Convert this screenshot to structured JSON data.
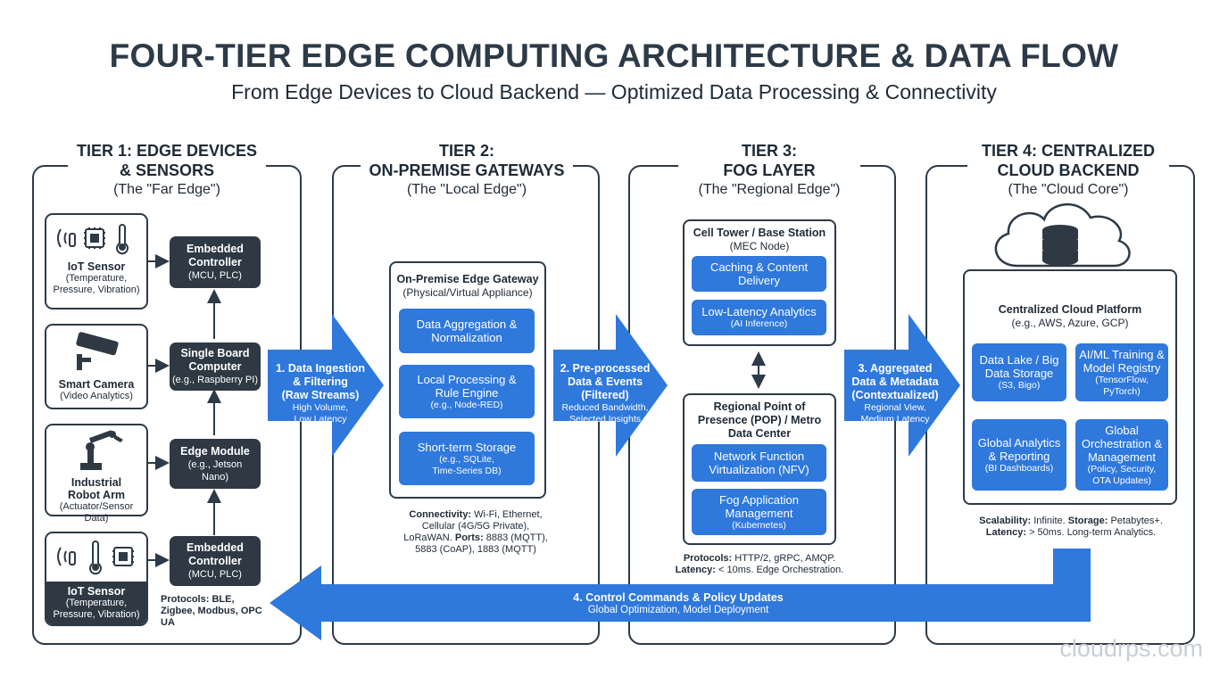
{
  "title": "FOUR-TIER EDGE COMPUTING ARCHITECTURE & DATA FLOW",
  "subtitle": "From Edge Devices to Cloud Backend — Optimized Data Processing & Connectivity",
  "tiers": [
    {
      "title": "TIER 1: EDGE DEVICES\n& SENSORS",
      "subtitle": "(The \"Far Edge\")"
    },
    {
      "title": "TIER 2:\nON-PREMISE GATEWAYS",
      "subtitle": "(The \"Local Edge\")"
    },
    {
      "title": "TIER 3:\nFOG LAYER",
      "subtitle": "(The \"Regional Edge\")"
    },
    {
      "title": "TIER 4: CENTRALIZED\nCLOUD BACKEND",
      "subtitle": "(The \"Cloud Core\")"
    }
  ],
  "tier1": {
    "devices": [
      {
        "name": "IoT Sensor",
        "desc1": "(Temperature,",
        "desc2": "Pressure, Vibration)"
      },
      {
        "name": "Smart Camera",
        "desc1": "(Video Analytics)",
        "desc2": ""
      },
      {
        "name": "Industrial",
        "name2": "Robot Arm",
        "desc1": "(Actuator/Sensor Data)",
        "desc2": ""
      },
      {
        "name": "IoT Sensor",
        "desc1": "(Temperature,",
        "desc2": "Pressure, Vibration)"
      }
    ],
    "controllers": [
      {
        "name": "Embedded",
        "name2": "Controller",
        "desc": "(MCU, PLC)"
      },
      {
        "name": "Single Board",
        "name2": "Computer",
        "desc": "(e.g., Raspberry PI)"
      },
      {
        "name": "Edge Module",
        "name2": "",
        "desc": "(e.g., Jetson",
        "desc2": "Nano)"
      },
      {
        "name": "Embedded",
        "name2": "Controller",
        "desc": "(MCU, PLC)"
      }
    ],
    "protocols": "Protocols: BLE, Zigbee, Modbus, OPC UA"
  },
  "flows": [
    {
      "name": "1. Data Ingestion",
      "name2": "& Filtering",
      "name3": "(Raw Streams)",
      "desc": "High Volume,",
      "desc2": "Low Latency"
    },
    {
      "name": "2. Pre-processed",
      "name2": "Data & Events",
      "name3": "(Filtered)",
      "desc": "Reduced Bandwidth,",
      "desc2": "Selected Insights"
    },
    {
      "name": "3. Aggregated",
      "name2": "Data & Metadata",
      "name3": "(Contextualized)",
      "desc": "Regional View,",
      "desc2": "Medium Latency"
    },
    {
      "name": "4. Control Commands & Policy Updates",
      "desc": "Global Optimization, Model Deployment"
    }
  ],
  "tier2": {
    "panel_title": "On-Premise Edge Gateway",
    "panel_sub": "(Physical/Virtual Appliance)",
    "boxes": [
      {
        "name": "Data Aggregation &",
        "name2": "Normalization",
        "desc": ""
      },
      {
        "name": "Local Processing &",
        "name2": "Rule Engine",
        "desc": "(e.g., Node-RED)"
      },
      {
        "name": "Short-term Storage",
        "name2": "",
        "desc": "(e.g., SQLite,",
        "desc2": "Time-Series DB)"
      }
    ],
    "conn_label": "Connectivity:",
    "conn_text": "Wi-Fi, Ethernet, Cellular (4G/5G Private), LoRaWAN.",
    "ports_label": "Ports:",
    "ports_text": "8883 (MQTT), 5883 (CoAP), 1883 (MQTT)"
  },
  "tier3": {
    "cell_title": "Cell Tower / Base Station",
    "cell_sub": "(MEC Node)",
    "cell_boxes": [
      {
        "name": "Caching & Content",
        "name2": "Delivery",
        "desc": ""
      },
      {
        "name": "Low-Latency Analytics",
        "name2": "",
        "desc": "(AI Inference)"
      }
    ],
    "pop_title": "Regional Point of",
    "pop_title2": "Presence (POP) / Metro",
    "pop_title3": "Data Center",
    "pop_boxes": [
      {
        "name": "Network Function",
        "name2": "Virtualization (NFV)",
        "desc": ""
      },
      {
        "name": "Fog Application",
        "name2": "Management",
        "desc": "(Kubernetes)"
      }
    ],
    "protocols_label": "Protocols:",
    "protocols_text": "HTTP/2, gRPC, AMQP.",
    "latency_label": "Latency:",
    "latency_text": "< 10ms. Edge Orchestration."
  },
  "tier4": {
    "panel_title": "Centralized Cloud Platform",
    "panel_sub": "(e.g., AWS, Azure, GCP)",
    "boxes": [
      {
        "name": "Data Lake / Big",
        "name2": "Data Storage",
        "desc": "(S3, Bigo)"
      },
      {
        "name": "AI/ML Training &",
        "name2": "Model Registry",
        "desc": "(TensorFlow,",
        "desc2": "PyTorch)"
      },
      {
        "name": "Global Analytics",
        "name2": "& Reporting",
        "desc": "(BI Dashboards)"
      },
      {
        "name": "Global",
        "name2": "Orchestration &",
        "name3": "Management",
        "desc": "(Policy, Security,",
        "desc2": "OTA Updates)"
      }
    ],
    "scal_label": "Scalability:",
    "scal_text": "Infinite.",
    "storage_label": "Storage:",
    "storage_text": "Petabytes+.",
    "latency_label": "Latency:",
    "latency_text": "> 50ms. Long-term Analytics."
  },
  "colors": {
    "accent_blue": "#2f78dc",
    "dark": "#2e3944",
    "frame": "#2d3a47"
  },
  "watermark": "cloudrps.com"
}
